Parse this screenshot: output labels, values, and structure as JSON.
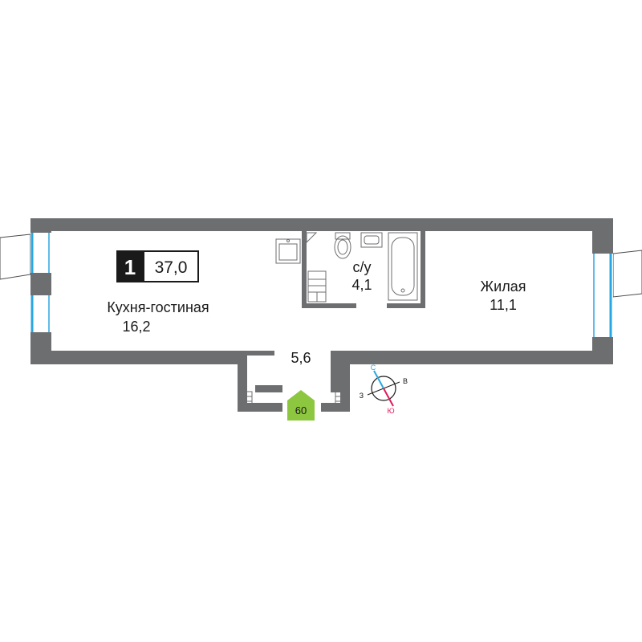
{
  "apartment": {
    "rooms_count": "1",
    "total_area": "37,0"
  },
  "rooms": {
    "kitchen_living": {
      "name": "Кухня-гостиная",
      "area": "16,2"
    },
    "bathroom": {
      "name": "с/у",
      "area": "4,1"
    },
    "living": {
      "name": "Жилая",
      "area": "11,1"
    },
    "hallway": {
      "area": "5,6"
    }
  },
  "entrance": {
    "label": "60"
  },
  "compass": {
    "north": "С",
    "east": "В",
    "south": "Ю",
    "west": "З"
  },
  "colors": {
    "wall": "#6d6e70",
    "window": "#2aa6e0",
    "entrance": "#8dc63f",
    "badge_bg": "#1a1a1a",
    "compass_north": "#2aa6e0",
    "compass_south": "#e0195a"
  }
}
